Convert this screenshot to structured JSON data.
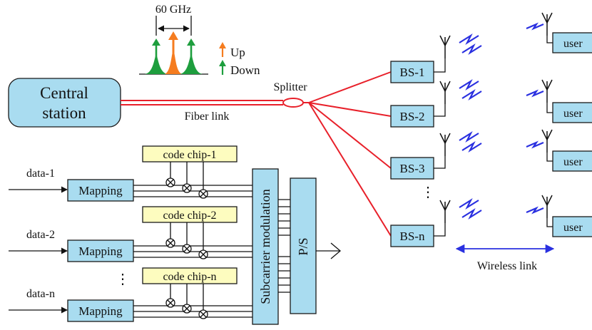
{
  "spectrum": {
    "freq_label": "60 GHz",
    "up_label": "Up",
    "down_label": "Down"
  },
  "central_station": {
    "line1": "Central",
    "line2": "station"
  },
  "fiber_label": "Fiber link",
  "splitter_label": "Splitter",
  "base_stations": [
    "BS-1",
    "BS-2",
    "BS-3",
    "BS-n"
  ],
  "users": [
    "user",
    "user",
    "user",
    "user"
  ],
  "bs_ellipsis": "⋮",
  "wireless_label": "Wireless link",
  "inputs": [
    "data-1",
    "data-2",
    "data-n"
  ],
  "input_ellipsis": "⋮",
  "mapping_label": "Mapping",
  "code_chips": [
    "code chip-1",
    "code chip-2",
    "code chip-n"
  ],
  "modulator_label": "Subcarrier modulation",
  "ps_label": "P/S",
  "colors": {
    "up": "#f57c1f",
    "down": "#1e9e3e",
    "fiber": "#e8202a",
    "wireless": "#2a30e0",
    "box_blue": "#a9dcf0",
    "chip_yellow": "#fdfcbf"
  }
}
